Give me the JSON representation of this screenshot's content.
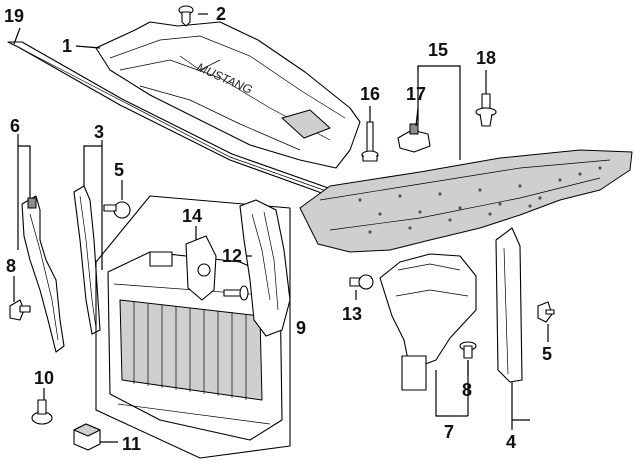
{
  "diagram": {
    "callouts": {
      "c1": "1",
      "c2": "2",
      "c3": "3",
      "c4": "4",
      "c5a": "5",
      "c5b": "5",
      "c6": "6",
      "c7": "7",
      "c8a": "8",
      "c8b": "8",
      "c9": "9",
      "c10": "10",
      "c11": "11",
      "c12": "12",
      "c13": "13",
      "c14": "14",
      "c15": "15",
      "c16": "16",
      "c17": "17",
      "c18": "18",
      "c19": "19"
    },
    "emblem_text": "MUSTANG"
  }
}
